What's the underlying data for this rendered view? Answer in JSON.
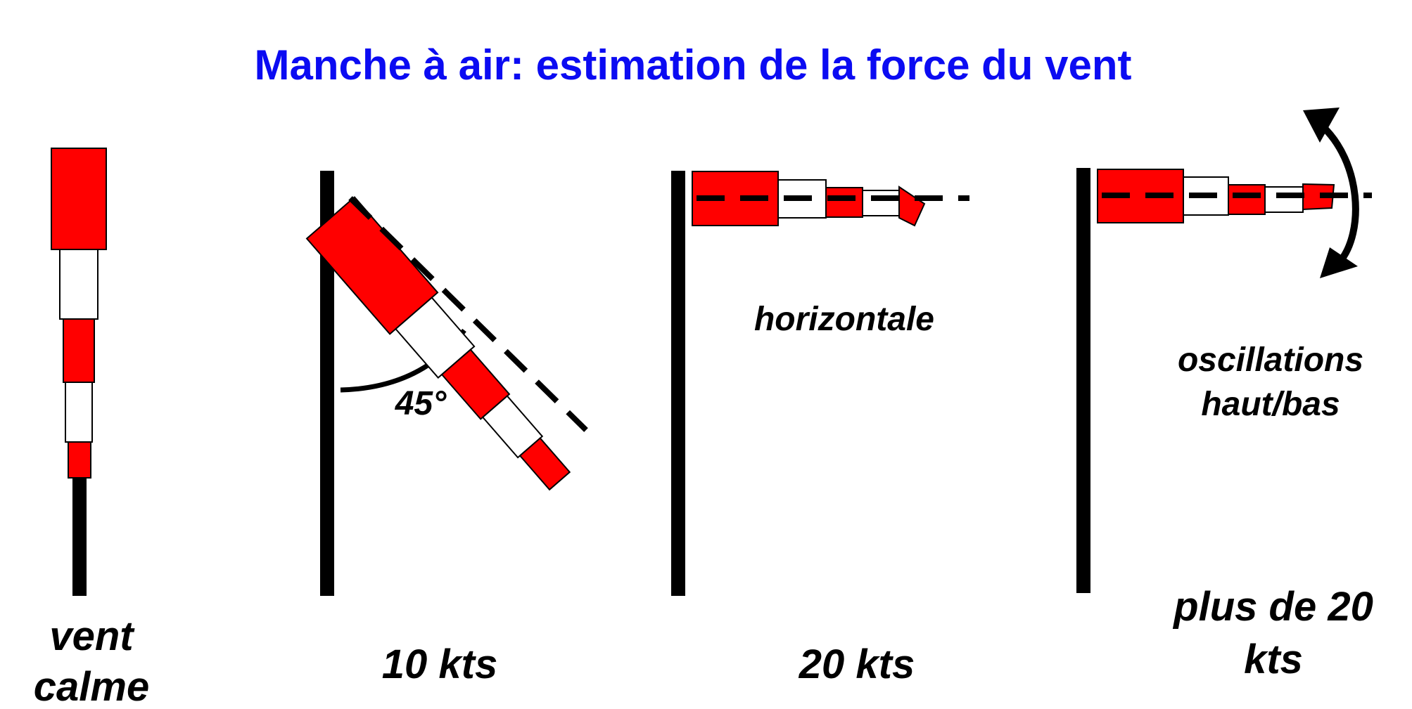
{
  "title": "Manche à air: estimation de la force du vent",
  "panels": [
    {
      "caption_lines": [
        "vent",
        "calme"
      ]
    },
    {
      "caption_lines": [
        "10 kts"
      ],
      "angle_label": "45°"
    },
    {
      "caption_lines": [
        "20 kts"
      ],
      "note_lines": [
        "horizontale"
      ]
    },
    {
      "caption_lines": [
        "plus de 20",
        "kts"
      ],
      "note_lines": [
        "oscillations",
        "haut/bas"
      ]
    }
  ],
  "colors": {
    "title": "#0b0bf2",
    "sock_red": "#ff0000",
    "sock_white": "#ffffff",
    "pole": "#000000"
  },
  "icons": [
    "double-arrow-icon"
  ]
}
